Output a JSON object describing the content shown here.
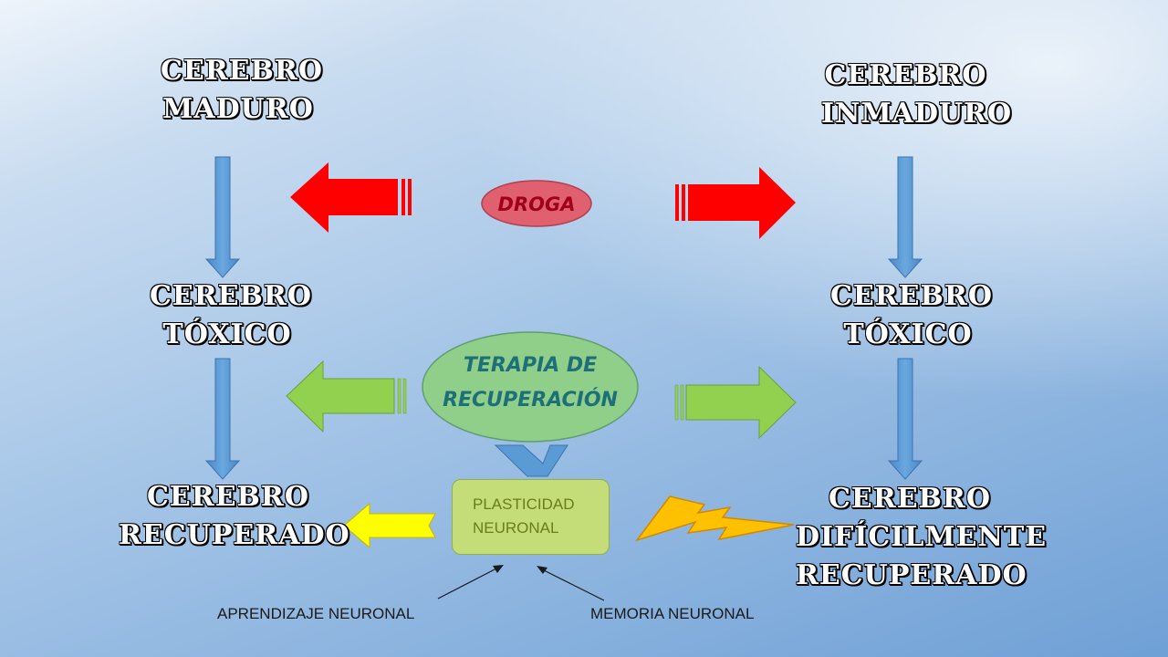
{
  "nodes": {
    "mature": [
      "Cerebro",
      "maduro"
    ],
    "immature": [
      "Cerebro",
      "inmaduro"
    ],
    "toxic_left": [
      "Cerebro",
      "tóxico"
    ],
    "toxic_right": [
      "Cerebro",
      "tóxico"
    ],
    "recovered": [
      "Cerebro",
      "recuperado"
    ],
    "hard_recovered": [
      "Cerebro",
      "difícilmente",
      "recuperado"
    ]
  },
  "center": {
    "drug": "DROGA",
    "therapy": [
      "TERAPIA DE",
      "RECUPERACIÓN"
    ],
    "plasticity": [
      "PLASTICIDAD",
      "NEURONAL"
    ]
  },
  "captions": {
    "learning": "APRENDIZAJE NEURONAL",
    "memory": "MEMORIA NEURONAL"
  },
  "colors": {
    "drug_arrow": "#ff0000",
    "therapy_arrow": "#92d050",
    "recover_arrow": "#ffff00",
    "flow_arrow": "#5b9bd5",
    "lightning": "#ffc000",
    "drug_oval": "#e06070",
    "therapy_oval": "#8fcf8a",
    "plasticity_box": "#c4dd78"
  },
  "icons": {
    "lightning": "lightning-bolt-icon"
  }
}
